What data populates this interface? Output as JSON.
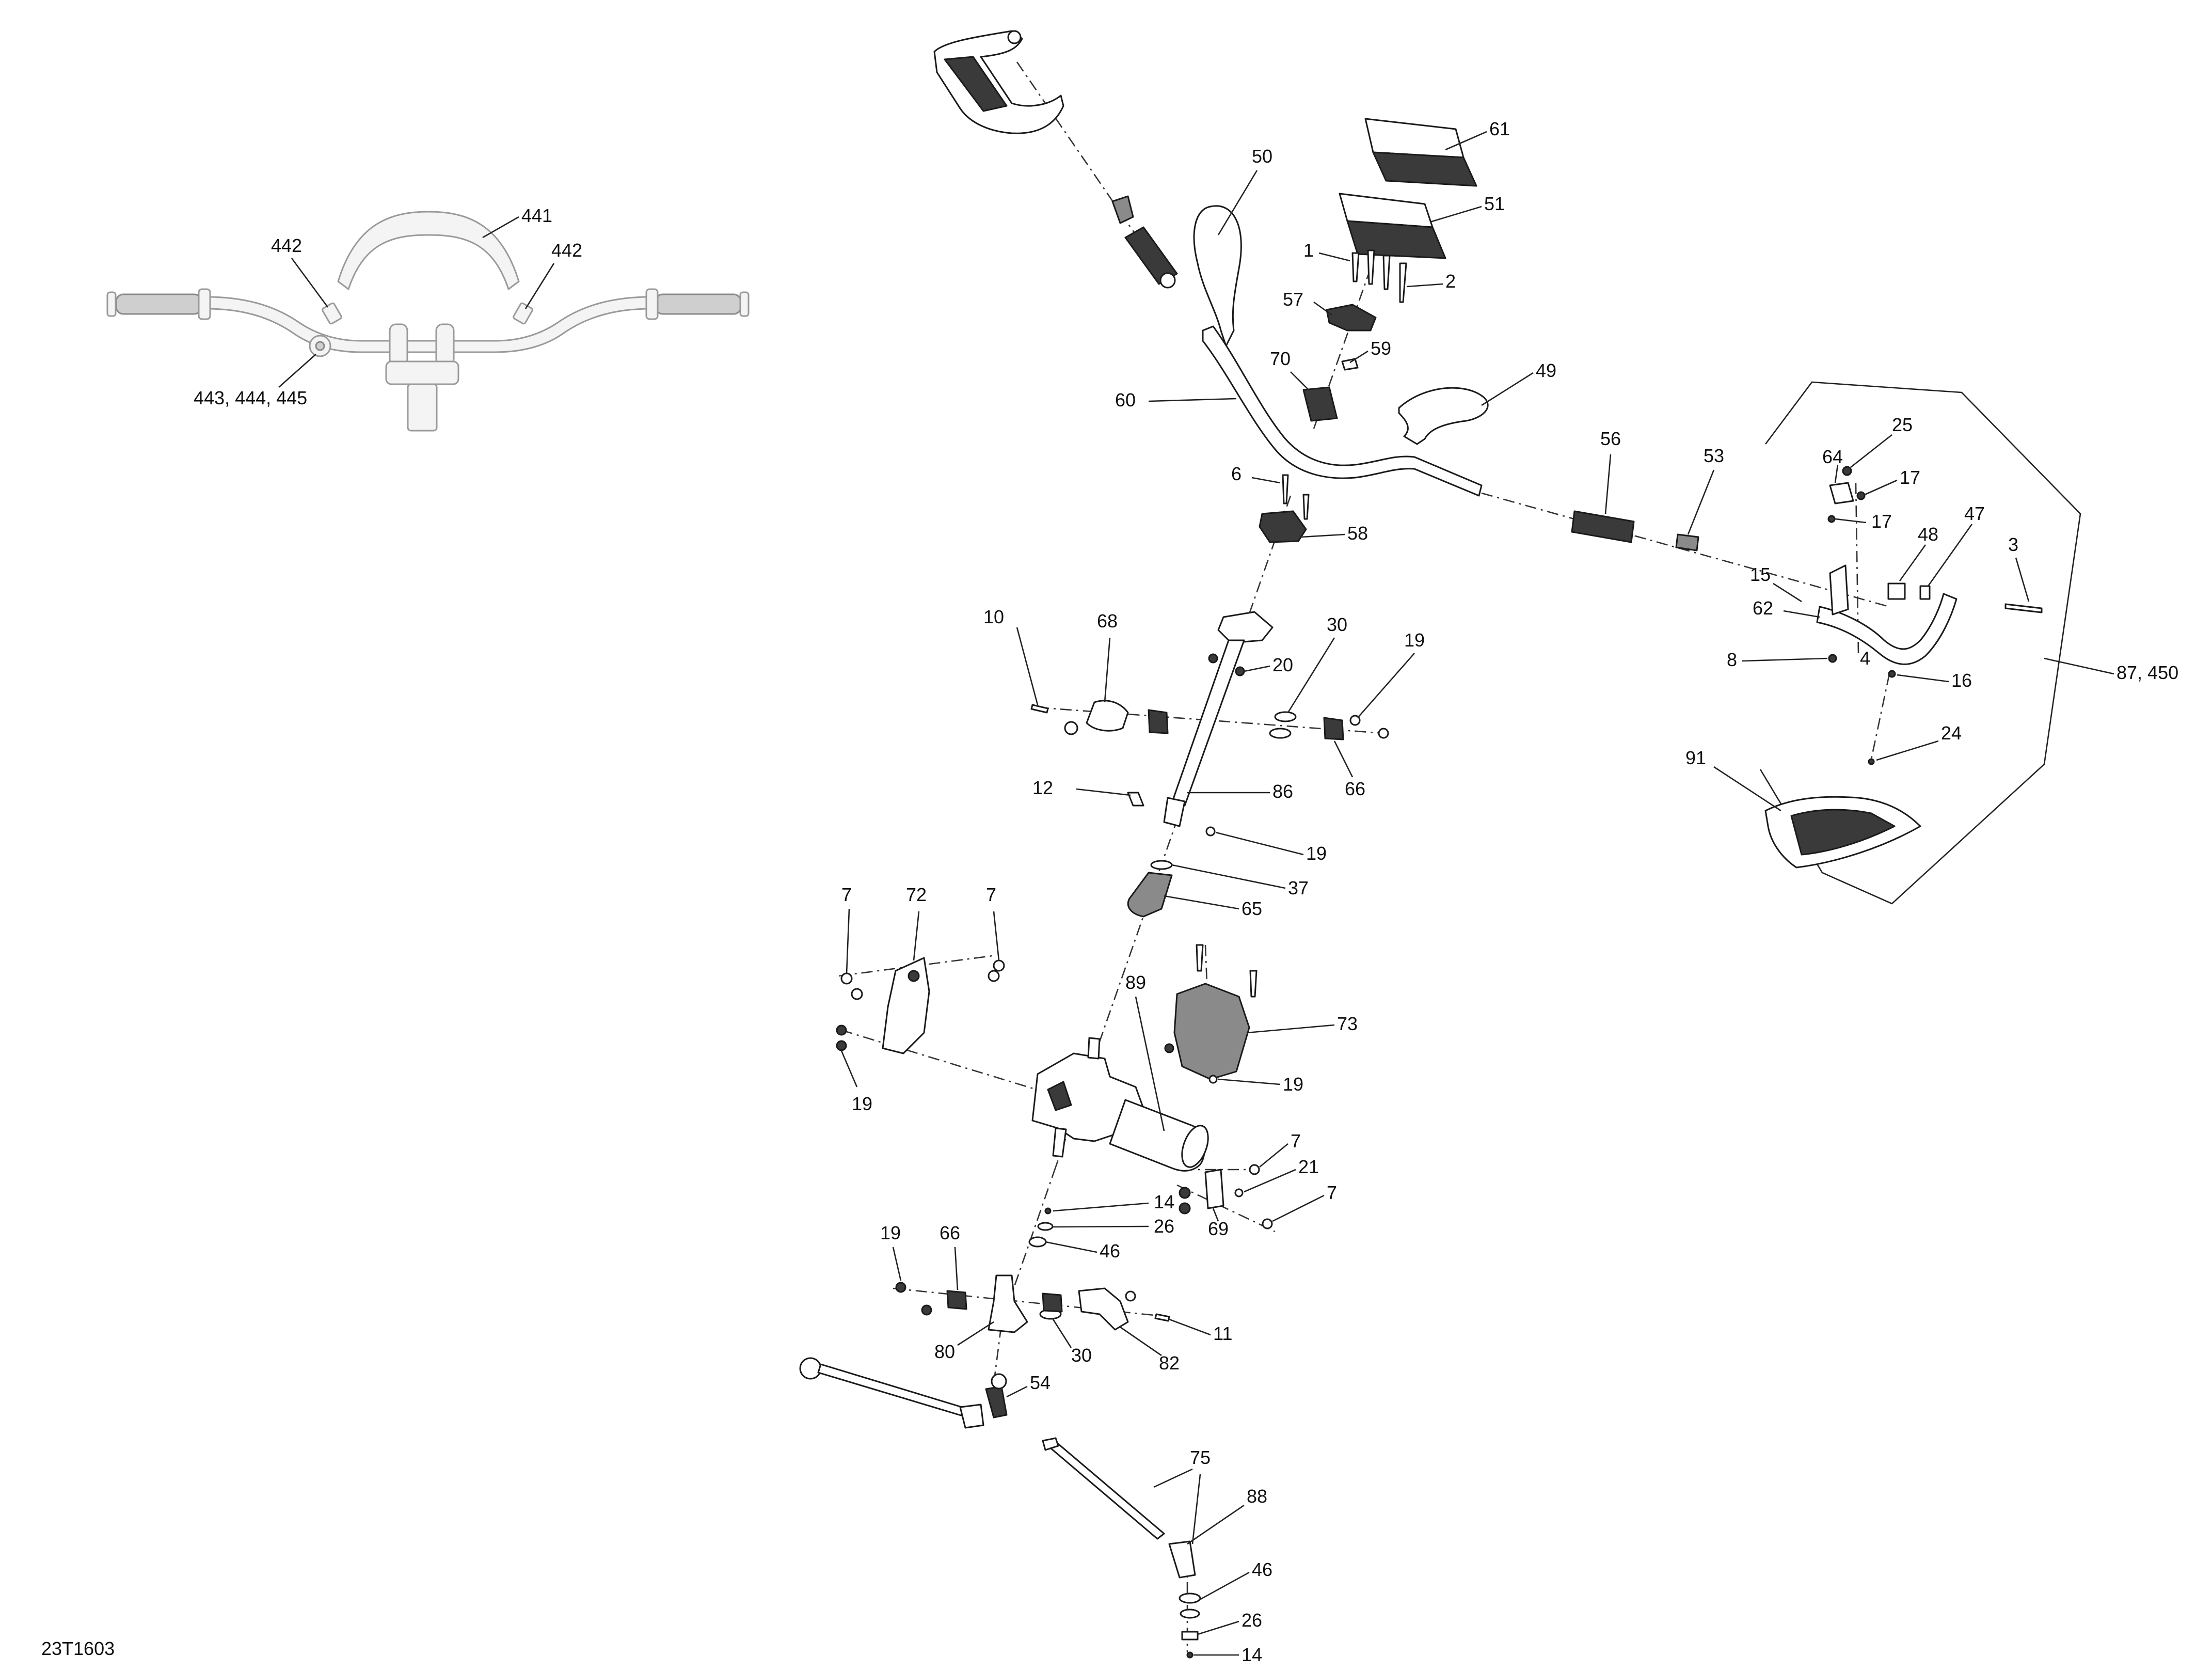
{
  "figure_ref": "23T1603",
  "callouts": {
    "c441": "441",
    "c442a": "442",
    "c442b": "442",
    "c443": "443, 444, 445",
    "c50": "50",
    "c61": "61",
    "c51": "51",
    "c1": "1",
    "c2": "2",
    "c57": "57",
    "c59": "59",
    "c70": "70",
    "c49": "49",
    "c60": "60",
    "c56": "56",
    "c53": "53",
    "c25": "25",
    "c64": "64",
    "c17a": "17",
    "c17b": "17",
    "c47": "47",
    "c48": "48",
    "c3": "3",
    "c15": "15",
    "c62": "62",
    "c8": "8",
    "c4": "4",
    "c16": "16",
    "c87": "87, 450",
    "c24": "24",
    "c91": "91",
    "c6": "6",
    "c58": "58",
    "c10": "10",
    "c68": "68",
    "c30a": "30",
    "c19a": "19",
    "c20": "20",
    "c66a": "66",
    "c12": "12",
    "c86": "86",
    "c19b": "19",
    "c37": "37",
    "c65": "65",
    "c7a": "7",
    "c72": "72",
    "c7b": "7",
    "c19c": "19",
    "c89": "89",
    "c73": "73",
    "c19d": "19",
    "c7c": "7",
    "c21": "21",
    "c7d": "7",
    "c69": "69",
    "c14a": "14",
    "c26a": "26",
    "c46a": "46",
    "c19e": "19",
    "c66b": "66",
    "c11": "11",
    "c80": "80",
    "c30b": "30",
    "c82": "82",
    "c54": "54",
    "c75": "75",
    "c88": "88",
    "c46b": "46",
    "c26b": "26",
    "c14b": "14"
  }
}
